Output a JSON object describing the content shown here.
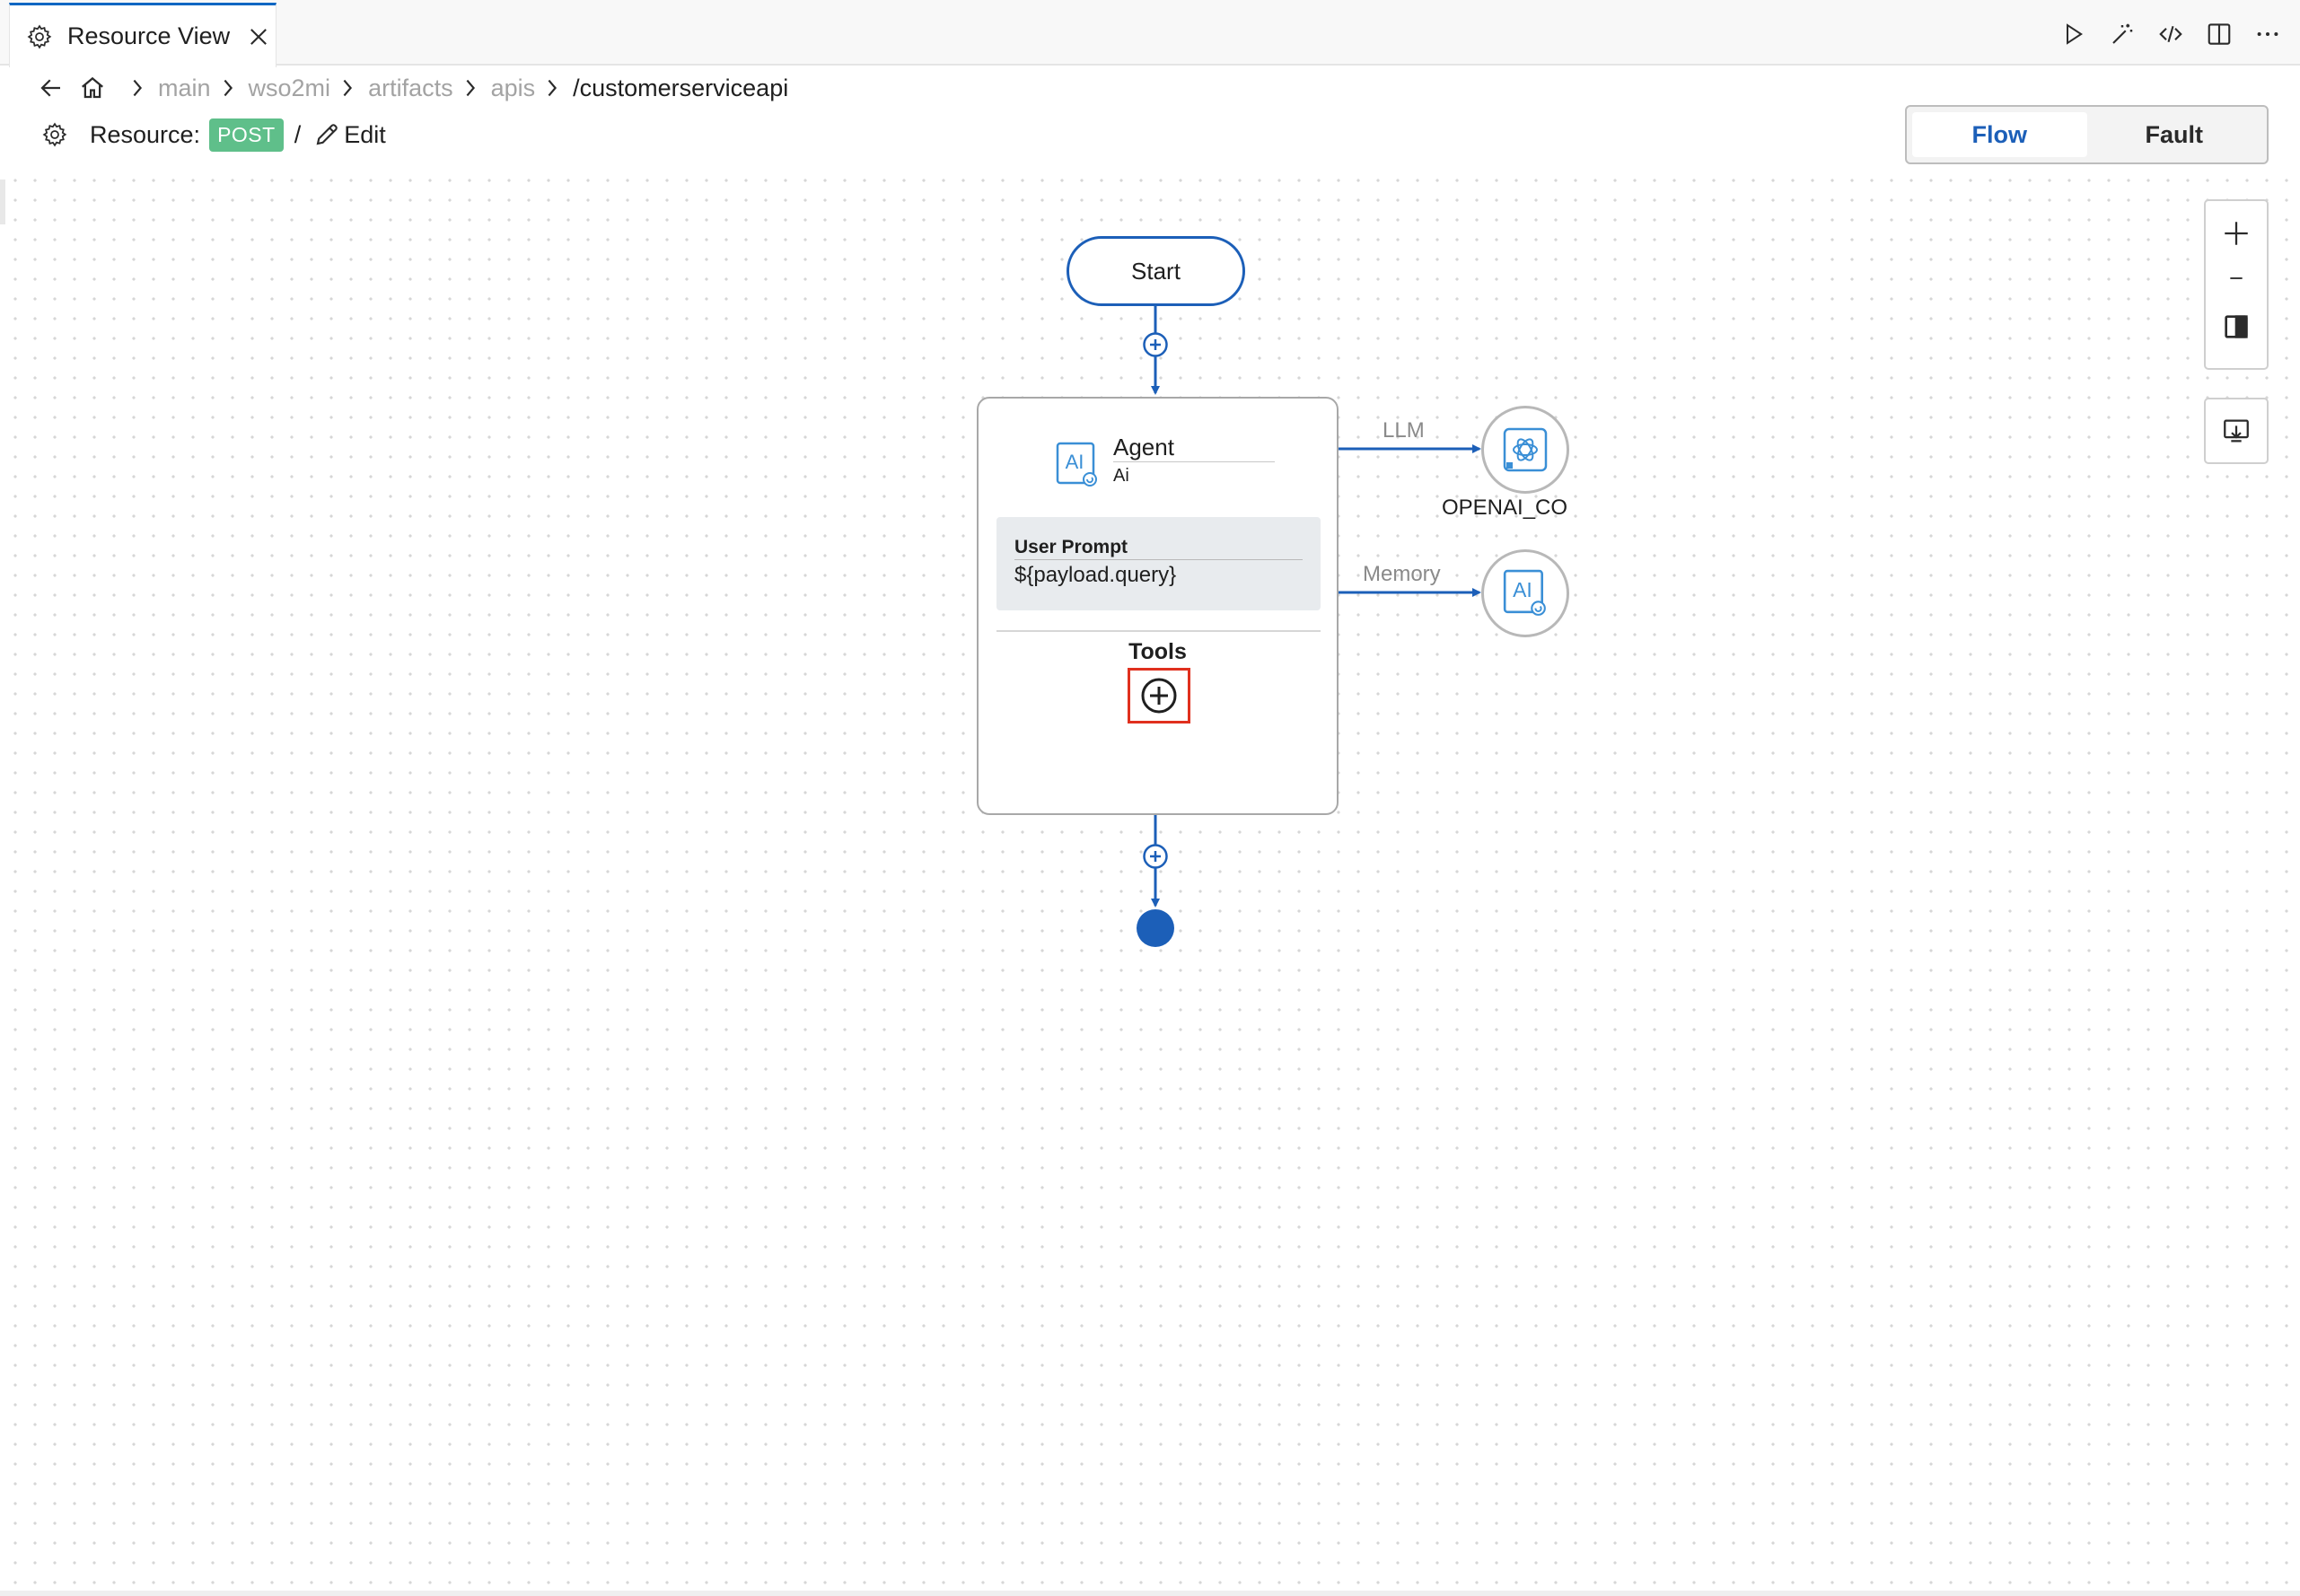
{
  "tab": {
    "label": "Resource View"
  },
  "breadcrumb": {
    "items": [
      "main",
      "wso2mi",
      "artifacts",
      "apis"
    ],
    "current": "/customerserviceapi"
  },
  "resource": {
    "label": "Resource:",
    "method": "POST",
    "separator": "/",
    "edit_label": "Edit"
  },
  "view_toggle": {
    "flow": "Flow",
    "fault": "Fault",
    "selected": "Flow"
  },
  "diagram": {
    "start_label": "Start",
    "agent": {
      "title": "Agent",
      "subtitle": "Ai",
      "prompt_label": "User Prompt",
      "prompt_value": "${payload.query}",
      "tools_label": "Tools"
    },
    "edges": {
      "llm": "LLM",
      "memory": "Memory"
    },
    "llm_node_label": "OPENAI_CO"
  },
  "colors": {
    "accent": "#1c5fb8",
    "post_badge": "#5fbf8a",
    "highlight": "#e0301e",
    "ai_icon": "#3a8fd6"
  }
}
